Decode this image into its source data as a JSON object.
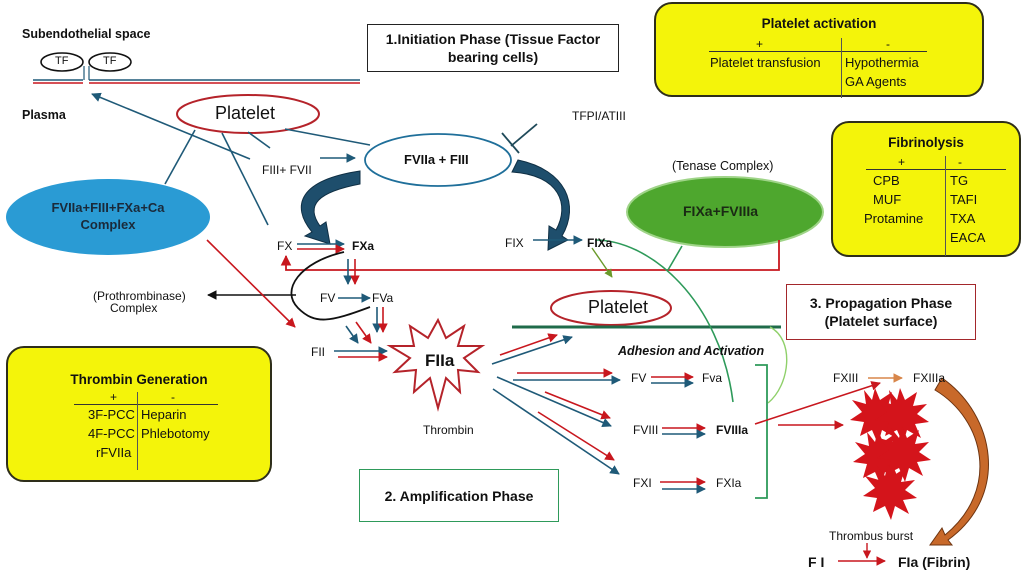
{
  "membrane": {
    "subendothelial_label": "Subendothelial space",
    "plasma_label": "Plasma",
    "tf_receptors": [
      "TF",
      "TF"
    ]
  },
  "phases": {
    "initiation": "1.Initiation Phase (Tissue Factor bearing cells)",
    "amplification": "2. Amplification Phase",
    "propagation": "3. Propagation Phase (Platelet surface)"
  },
  "nodes": {
    "platelet_top": "Platelet",
    "fviia_fiii": "FVIIa + FIII",
    "fiii_fvii": "FIII+ FVII",
    "tfpi": "TFPI/ATIII",
    "extrinsic_complex": "FVIIa+FIII+FXa+Ca Complex",
    "tenase_label": "(Tenase Complex)",
    "tenase_complex": "FIXa+FVIIIa",
    "fx": "FX",
    "fxa": "FXa",
    "fix": "FIX",
    "fixa": "FIXa",
    "fv": "FV",
    "fva": "FVa",
    "prothrombinase": "(Prothrombinase)",
    "prothrombinase_sub": "Complex",
    "fii": "FII",
    "fiia": "FIIa",
    "thrombin": "Thrombin",
    "platelet_mid": "Platelet",
    "adhesion": "Adhesion and Activation",
    "amp_fv": "FV",
    "amp_fva": "Fva",
    "amp_fviii": "FVIII",
    "amp_fviiia": "FVIIIa",
    "amp_fxi": "FXI",
    "amp_fxia": "FXIa",
    "fxiii": "FXIII",
    "fxiiia": "FXIIIa",
    "thrombus_burst": "Thrombus burst",
    "fi": "F I",
    "fia": "FIa (Fibrin)"
  },
  "platelet_activation": {
    "title": "Platelet activation",
    "plus_header": "+",
    "minus_header": "-",
    "plus": [
      "Platelet transfusion"
    ],
    "minus": [
      "Hypothermia",
      "GA Agents"
    ]
  },
  "fibrinolysis": {
    "title": "Fibrinolysis",
    "plus_header": "+",
    "minus_header": "-",
    "plus": [
      "CPB",
      "MUF",
      "Protamine"
    ],
    "minus": [
      "TG",
      "TAFI",
      "TXA",
      "EACA"
    ]
  },
  "thrombin_generation": {
    "title": "Thrombin Generation",
    "plus_header": "+",
    "minus_header": "-",
    "plus": [
      "3F-PCC",
      "4F-PCC",
      "rFVIIa"
    ],
    "minus": [
      "Heparin",
      "Phlebotomy"
    ]
  },
  "colors": {
    "blue_arrow": "#1f5a78",
    "red_arrow": "#c8171e",
    "complex_blue": "#2a9bd4",
    "tenase_green": "#4ea72e",
    "highlight_yellow": "#f4f40a",
    "phase_green": "#2e9a5a",
    "phase_red": "#a3272b",
    "fibrin_orange": "#c8692a"
  }
}
